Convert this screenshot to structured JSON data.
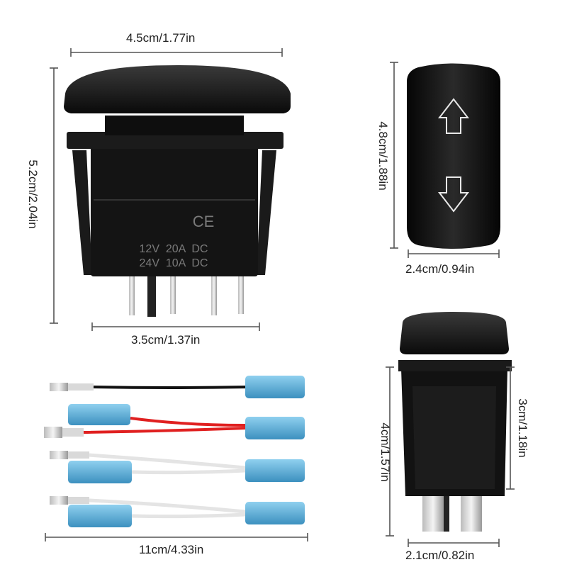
{
  "dimensions": {
    "switch_top_width": "4.5cm/1.77in",
    "switch_height": "5.2cm/2.04in",
    "switch_body_width": "3.5cm/1.37in",
    "rocker_height": "4.8cm/1.88in",
    "rocker_width": "2.4cm/0.94in",
    "side_height": "4cm/1.57in",
    "side_body_height": "3cm/1.18in",
    "side_width": "2.1cm/0.82in",
    "wire_length": "11cm/4.33in"
  },
  "switch_label": {
    "mark": "CE",
    "line1": "12V  20A  DC",
    "line2": "24V  10A  DC"
  },
  "colors": {
    "switch_body": "#111111",
    "wire_red": "#e02020",
    "wire_black": "#111111",
    "wire_white": "#e8e8e8",
    "terminal_blue": "#5aaed6"
  }
}
